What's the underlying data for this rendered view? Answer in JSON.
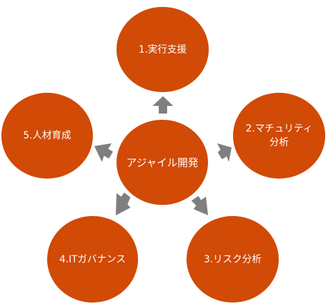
{
  "colors": {
    "node_fill": "#d14a06",
    "arrow": "#7f7f7f",
    "text": "#ffffff"
  },
  "center": {
    "label": "アジャイル開発"
  },
  "nodes": [
    {
      "label": "1.実行支援"
    },
    {
      "label": "2.マチュリティ\n分析"
    },
    {
      "label": "3.リスク分析"
    },
    {
      "label": "4.ITガバナンス"
    },
    {
      "label": "5.人材育成"
    }
  ]
}
